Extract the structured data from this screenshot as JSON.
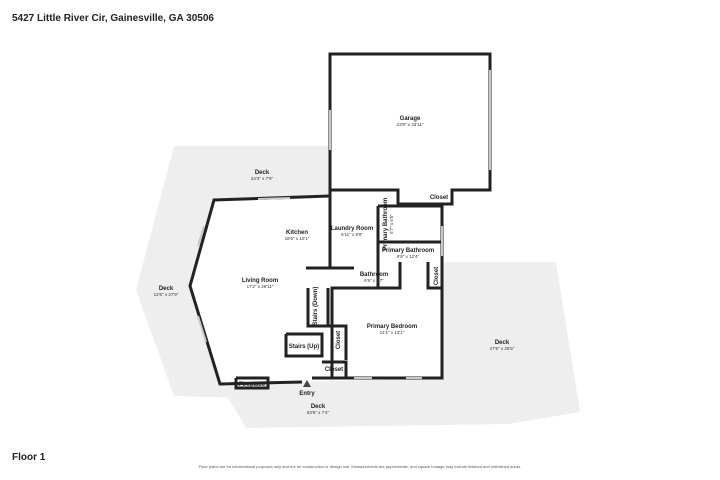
{
  "header": {
    "address": "5427 Little River Cir, Gainesville, GA 30506"
  },
  "footer": {
    "floor_label": "Floor 1",
    "disclaimer": "Floor plans are for informational purposes only and not for construction or design use. Measurements are approximate, and square footage may include finished and unfinished areas."
  },
  "rooms": {
    "garage": {
      "name": "Garage",
      "dims": "23'8\" x 33'11\""
    },
    "deck_top": {
      "name": "Deck",
      "dims": "24'3\" x 7'9\""
    },
    "closet_top": {
      "name": "Closet"
    },
    "kitchen": {
      "name": "Kitchen",
      "dims": "18'6\" x 10'1\""
    },
    "laundry": {
      "name": "Laundry Room",
      "dims": "6'11\" x 9'9\""
    },
    "primary_bath_small": {
      "name": "Primary Bathroom",
      "dims": "5'7\" x 5'5\""
    },
    "primary_bath": {
      "name": "Primary Bathroom",
      "dims": "9'9\" x 12'4\""
    },
    "living": {
      "name": "Living Room",
      "dims": "17'2\" x 26'11\""
    },
    "deck_left": {
      "name": "Deck",
      "dims": "12'6\" x 27'9\""
    },
    "bathroom": {
      "name": "Bathroom",
      "dims": "6'9\" x 6'7\""
    },
    "closet_right": {
      "name": "Closet"
    },
    "stairs_down": {
      "name": "Stairs (Down)"
    },
    "stairs_up": {
      "name": "Stairs (Up)"
    },
    "closet_mid": {
      "name": "Closet"
    },
    "primary_bedroom": {
      "name": "Primary Bedroom",
      "dims": "14'1\" x 13'1\""
    },
    "deck_right": {
      "name": "Deck",
      "dims": "27'5\" x 25'5\""
    },
    "fireplace": {
      "name": "Fireplace"
    },
    "closet_bottom": {
      "name": "Closet"
    },
    "entry": {
      "name": "Entry"
    },
    "deck_bottom": {
      "name": "Deck",
      "dims": "63'6\" x 7'4\""
    }
  },
  "colors": {
    "deck_fill": "#eeeeee",
    "wall": "#222222",
    "window": "#c8c8c8"
  }
}
